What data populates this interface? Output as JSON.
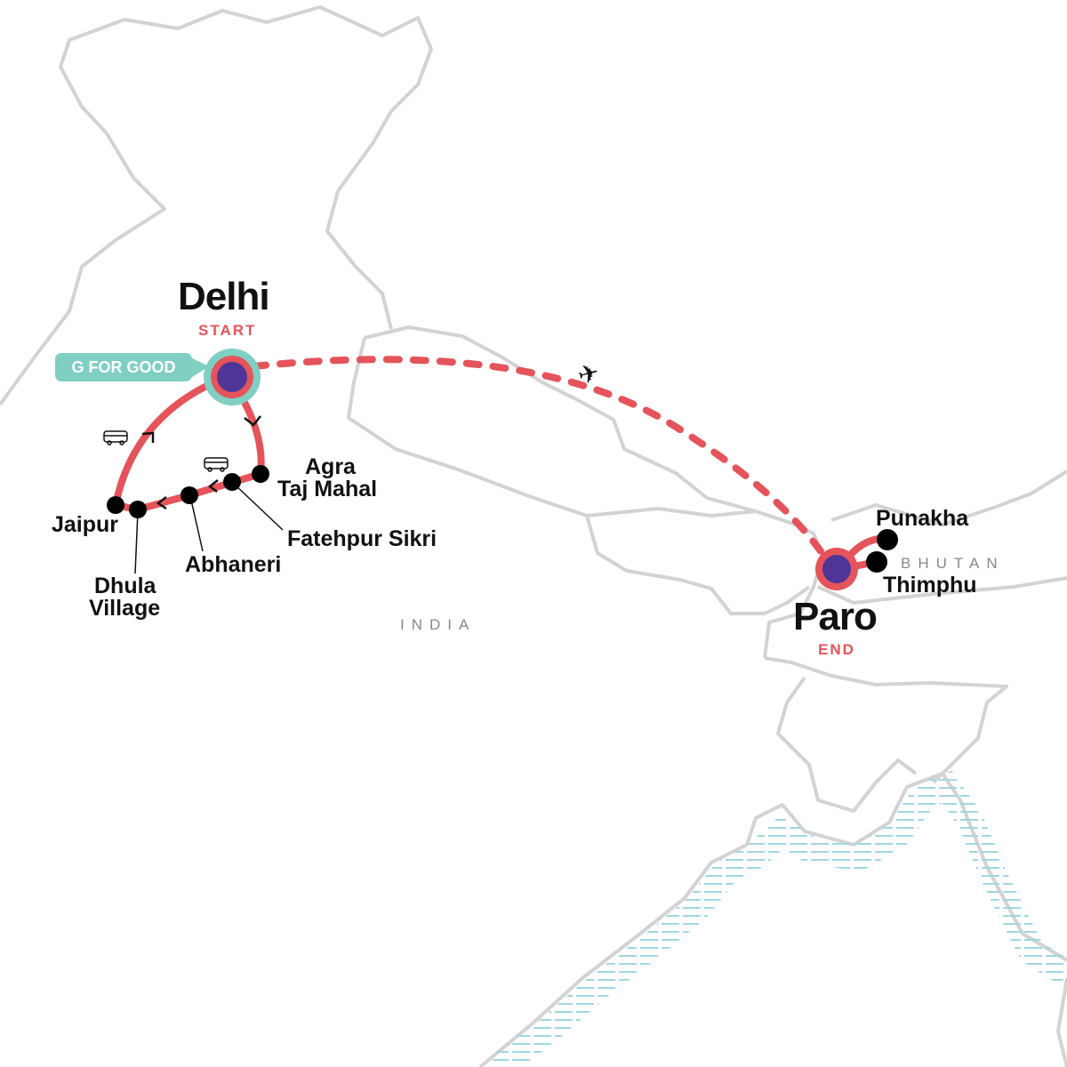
{
  "colors": {
    "route": "#e5545a",
    "start_ring": "#7fcfc2",
    "stop_fill": "#4e3596",
    "stop_dot": "#000000",
    "border": "#d3d3d3",
    "water": "#9fd6df",
    "tag_text": "#e5545a"
  },
  "start": {
    "name": "Delhi",
    "tag": "START",
    "badge": "G FOR GOOD"
  },
  "end": {
    "name": "Paro",
    "tag": "END"
  },
  "stops": [
    "Agra\nTaj Mahal",
    "Fatehpur Sikri",
    "Abhaneri",
    "Jaipur",
    "Dhula\nVillage",
    "Punakha",
    "Thimphu"
  ],
  "stop_lines": {
    "agra_1": "Agra",
    "agra_2": "Taj Mahal",
    "dhula_1": "Dhula",
    "dhula_2": "Village"
  },
  "countries": [
    "INDIA",
    "BHUTAN"
  ],
  "icons": {
    "transport": [
      "bus-icon",
      "bus-icon",
      "plane-icon"
    ],
    "direction": "chevron-arrow-icon"
  }
}
